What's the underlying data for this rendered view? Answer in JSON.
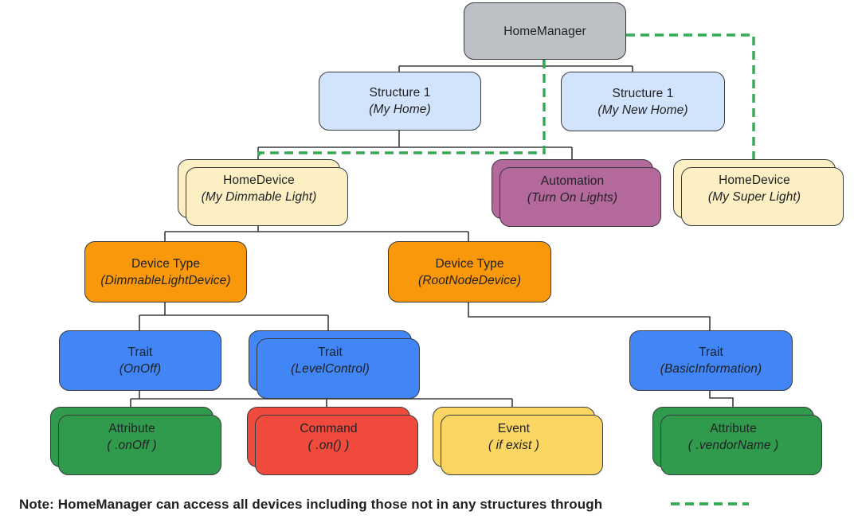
{
  "diagram_title": "HomeManager structure tree",
  "palette": {
    "manager_gray": "#bdc1c6",
    "structure_blue": "#d2e3fc",
    "device_cream": "#fcefc3",
    "automation_mauve": "#b3699b",
    "device_type_orange": "#f9980b",
    "trait_blue": "#4285f4",
    "attribute_green": "#319b4d",
    "command_red": "#ef4a3c",
    "event_yellow": "#fbd663",
    "connector_black": "#383b3e",
    "dashed_green": "#34a853"
  },
  "nodes": {
    "home_manager": {
      "title": "HomeManager",
      "subtitle": ""
    },
    "structure_my_home": {
      "title": "Structure 1",
      "subtitle": "(My Home)"
    },
    "structure_my_new_home": {
      "title": "Structure 1",
      "subtitle": "(My New Home)"
    },
    "home_device_dimmable": {
      "title": "HomeDevice",
      "subtitle": "(My Dimmable Light)"
    },
    "automation": {
      "title": "Automation",
      "subtitle": "(Turn On Lights)"
    },
    "home_device_super": {
      "title": "HomeDevice",
      "subtitle": "(My Super Light)"
    },
    "device_type_dimmable": {
      "title": "Device Type",
      "subtitle": "(DimmableLightDevice)"
    },
    "device_type_rootnode": {
      "title": "Device Type",
      "subtitle": "(RootNodeDevice)"
    },
    "trait_onoff": {
      "title": "Trait",
      "subtitle": "(OnOff)"
    },
    "trait_levelcontrol": {
      "title": "Trait",
      "subtitle": "(LevelControl)"
    },
    "trait_basicinformation": {
      "title": "Trait",
      "subtitle": "(BasicInformation)"
    },
    "attribute_onoff": {
      "title": "Attribute",
      "subtitle": "( .onOff )"
    },
    "command_on": {
      "title": "Command",
      "subtitle": "( .on() )"
    },
    "event_if_exist": {
      "title": "Event",
      "subtitle": "( if exist )"
    },
    "attribute_vendorname": {
      "title": "Attribute",
      "subtitle": "( .vendorName )"
    }
  },
  "note": {
    "text": "Note: HomeManager can access all devices including those not in any structures through"
  }
}
